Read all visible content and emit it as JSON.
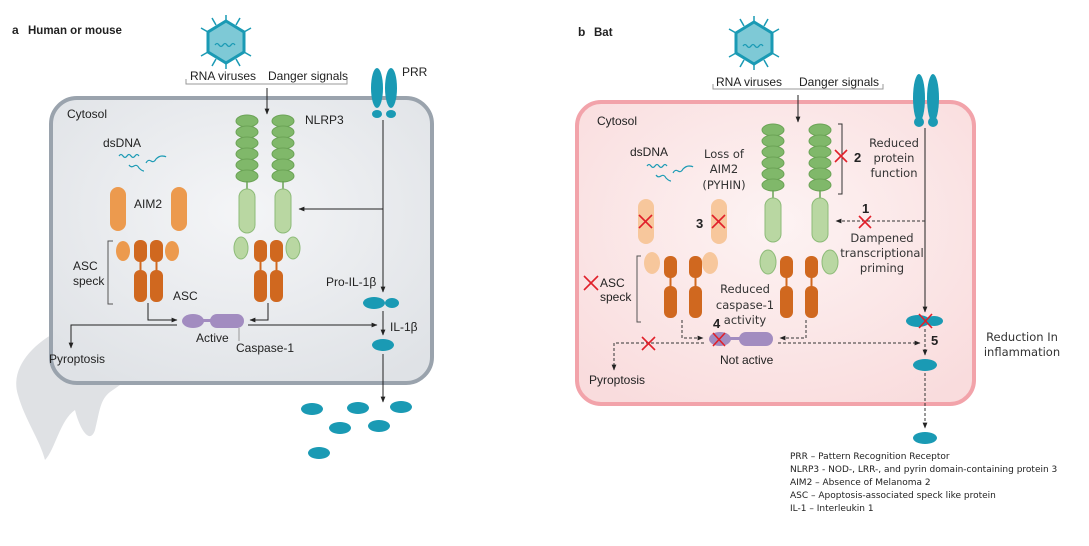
{
  "panel_a": {
    "letter": "a",
    "title": "Human or mouse",
    "rna_viruses": "RNA viruses",
    "danger_signals": "Danger signals",
    "prr": "PRR",
    "cytosol": "Cytosol",
    "dsdna": "dsDNA",
    "nlrp3": "NLRP3",
    "aim2": "AIM2",
    "asc_speck": [
      "ASC",
      "speck"
    ],
    "asc": "ASC",
    "pro_il1b": "Pro-IL-1β",
    "il1b": "IL-1β",
    "active": "Active",
    "caspase1": "Caspase-1",
    "pyroptosis": "Pyroptosis"
  },
  "panel_b": {
    "letter": "b",
    "title": "Bat",
    "rna_viruses": "RNA viruses",
    "danger_signals": "Danger signals",
    "cytosol": "Cytosol",
    "dsdna": "dsDNA",
    "loss_of_aim2": [
      "Loss of",
      "AIM2",
      "(PYHIN)"
    ],
    "step1": "1",
    "step2": "2",
    "step3": "3",
    "step4": "4",
    "step5": "5",
    "reduced_protein_function": [
      "Reduced",
      "protein",
      "function"
    ],
    "dampened_priming": [
      "Dampened",
      "transcriptional",
      "priming"
    ],
    "asc_speck": [
      "ASC",
      "speck"
    ],
    "reduced_caspase": [
      "Reduced",
      "caspase-1",
      "activity"
    ],
    "not_active": "Not active",
    "pyroptosis": "Pyroptosis",
    "reduction_inflammation": [
      "Reduction In",
      "inflammation"
    ]
  },
  "legend": [
    "PRR – Pattern Recognition Receptor",
    "NLRP3 - NOD-, LRR-, and pyrin domain-containing protein 3",
    "AIM2 – Absence of Melanoma 2",
    "ASC – Apoptosis-associated speck like protein",
    "IL-1 – Interleukin 1"
  ],
  "colors": {
    "teal": "#1a9ab4",
    "nlrp3_green": "#80b86a",
    "nlrp3_light": "#b9d7a2",
    "aim2_orange": "#ec9a4e",
    "asc_dark": "#d0681f",
    "caspase_purple": "#a28cc0",
    "x_red": "#e0202a",
    "human_cell": "#e6e9ed",
    "bat_cell": "#fbe8e9"
  }
}
